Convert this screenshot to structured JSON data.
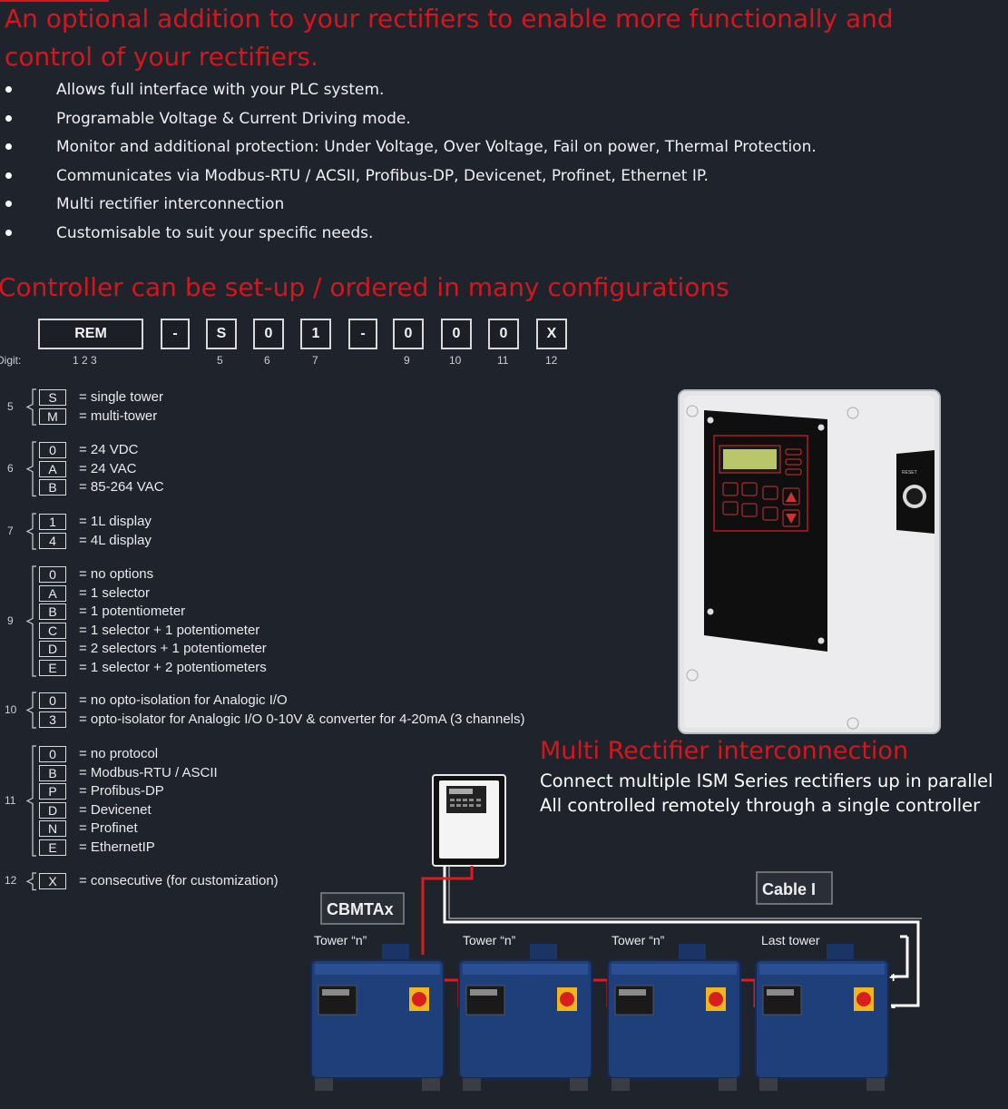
{
  "headline": {
    "line1": "An optional addition to your rectifiers to enable more functionally and",
    "line2": "control of your rectifiers."
  },
  "features": [
    "Allows full interface with your PLC system.",
    "Programable Voltage & Current Driving mode.",
    "Monitor and additional protection: Under Voltage, Over Voltage, Fail on power, Thermal Protection.",
    "Communicates via Modbus-RTU / ACSII, Profibus-DP, Devicenet, Profinet, Ethernet IP.",
    "Multi rectifier interconnection",
    "Customisable to suit your specific needs."
  ],
  "config": {
    "title": "Controller can be set-up / ordered in many configurations",
    "code_boxes": [
      "REM",
      "-",
      "S",
      "0",
      "1",
      "-",
      "0",
      "0",
      "0",
      "X"
    ],
    "digit_label": "Digit:",
    "digit_numbers": [
      "1  2  3",
      "5",
      "6",
      "7",
      "9",
      "10",
      "11",
      "12"
    ],
    "groups": [
      {
        "digit": "5",
        "options": [
          {
            "code": "S",
            "desc": "= single tower"
          },
          {
            "code": "M",
            "desc": "= multi-tower"
          }
        ]
      },
      {
        "digit": "6",
        "options": [
          {
            "code": "0",
            "desc": "= 24 VDC"
          },
          {
            "code": "A",
            "desc": "= 24 VAC"
          },
          {
            "code": "B",
            "desc": "= 85-264 VAC"
          }
        ]
      },
      {
        "digit": "7",
        "options": [
          {
            "code": "1",
            "desc": "= 1L display"
          },
          {
            "code": "4",
            "desc": "= 4L display"
          }
        ]
      },
      {
        "digit": "9",
        "options": [
          {
            "code": "0",
            "desc": "= no options"
          },
          {
            "code": "A",
            "desc": "= 1 selector"
          },
          {
            "code": "B",
            "desc": "= 1 potentiometer"
          },
          {
            "code": "C",
            "desc": "= 1 selector + 1 potentiometer"
          },
          {
            "code": "D",
            "desc": "= 2 selectors + 1 potentiometer"
          },
          {
            "code": "E",
            "desc": "= 1 selector + 2 potentiometers"
          }
        ]
      },
      {
        "digit": "10",
        "options": [
          {
            "code": "0",
            "desc": "= no opto-isolation for Analogic I/O"
          },
          {
            "code": "3",
            "desc": "= opto-isolator for Analogic I/O 0-10V & converter for 4-20mA (3 channels)"
          }
        ]
      },
      {
        "digit": "11",
        "options": [
          {
            "code": "0",
            "desc": "= no protocol"
          },
          {
            "code": "B",
            "desc": "= Modbus-RTU / ASCII"
          },
          {
            "code": "P",
            "desc": "= Profibus-DP"
          },
          {
            "code": "D",
            "desc": "= Devicenet"
          },
          {
            "code": "N",
            "desc": "= Profinet"
          },
          {
            "code": "E",
            "desc": "= EthernetIP"
          }
        ]
      },
      {
        "digit": "12",
        "options": [
          {
            "code": "X",
            "desc": "= consecutive (for customization)"
          }
        ]
      }
    ]
  },
  "controller": {
    "reset_label": "RESET"
  },
  "multi": {
    "title": "Multi Rectifier interconnection",
    "line1": "Connect multiple ISM Series rectifiers up in parallel",
    "line2": "All controlled remotely through a single controller",
    "cable_label_1": "CBMTAx",
    "cable_label_2": "Cable I",
    "towers": [
      "Tower “n”",
      "Tower “n”",
      "Tower “n”",
      "Last tower"
    ],
    "plus": "+",
    "minus": "-"
  },
  "colors": {
    "background": "#1f232b",
    "accent_red": "#d4171c",
    "tower_blue": "#1f3f7a",
    "cable_red": "#d81e1e"
  }
}
